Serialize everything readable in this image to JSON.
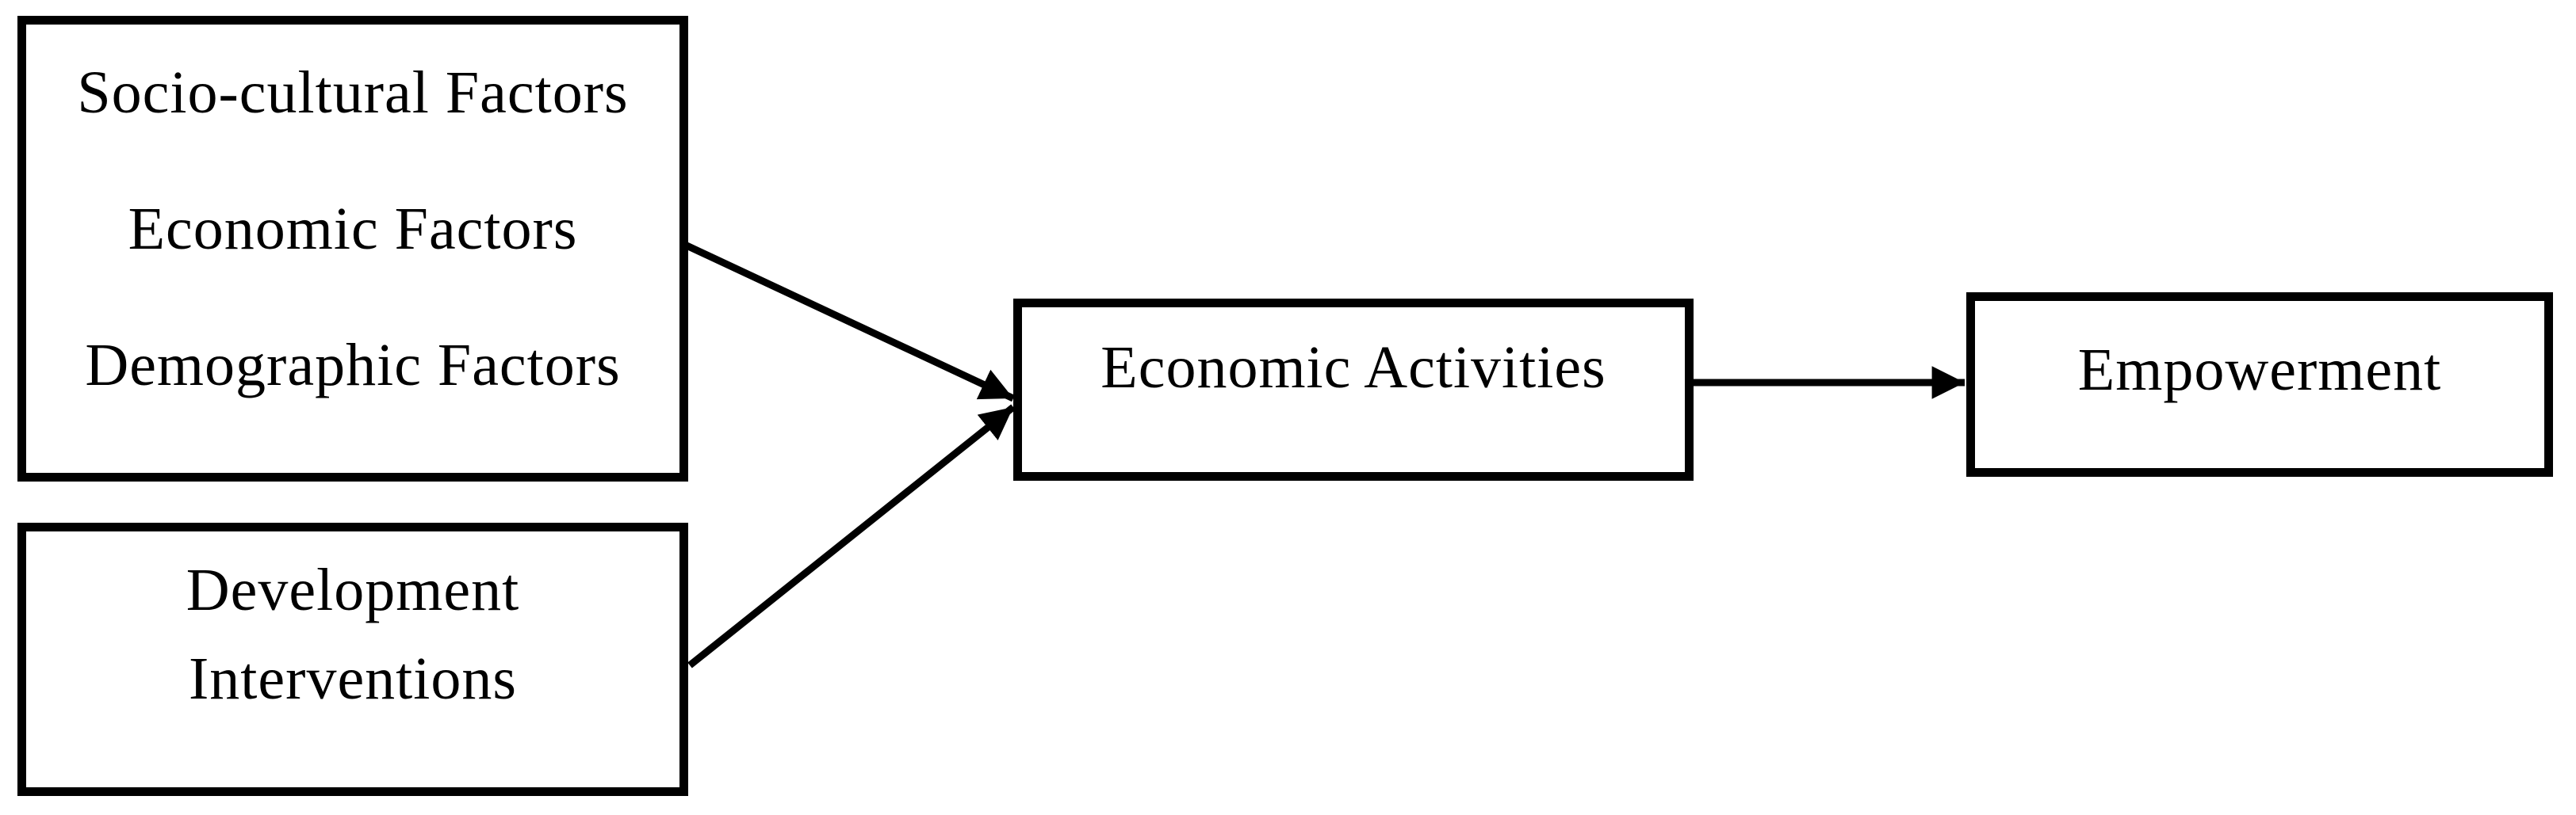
{
  "diagram": {
    "background_color": "#ffffff",
    "stroke_color": "#000000",
    "nodes": {
      "factors": {
        "lines": [
          "Socio-cultural Factors",
          "Economic Factors",
          "Demographic Factors"
        ]
      },
      "interventions": {
        "lines": [
          "Development",
          "Interventions"
        ]
      },
      "activities": {
        "label": "Economic Activities"
      },
      "empowerment": {
        "label": "Empowerment"
      }
    },
    "edges": [
      {
        "from": "Socio-cultural / Economic / Demographic Factors",
        "to": "Economic Activities"
      },
      {
        "from": "Development Interventions",
        "to": "Economic Activities"
      },
      {
        "from": "Economic Activities",
        "to": "Empowerment"
      }
    ]
  }
}
